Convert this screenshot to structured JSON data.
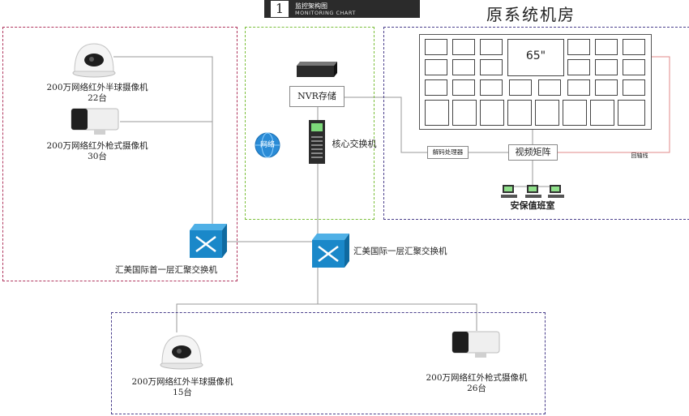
{
  "header": {
    "number": "1",
    "title": "监控架构图",
    "subtitle": "MONITORING CHART"
  },
  "room_title": "原系统机房",
  "left_region": {
    "dome_camera": {
      "label": "200万网络红外半球摄像机",
      "count": "22台"
    },
    "bullet_camera": {
      "label": "200万网络红外枪式摄像机",
      "count": "30台"
    },
    "switch_label": "汇美国际首一层汇聚交换机"
  },
  "center_region": {
    "nvr_label": "NVR存储",
    "core_switch_label": "核心交换机",
    "network_label": "网络"
  },
  "right_region": {
    "screen_label": "65\"",
    "decoder_label": "解码处理器",
    "matrix_label": "视频矩阵",
    "return_line_label": "回轴线",
    "security_room_label": "安保值班室"
  },
  "agg_switch_label": "汇美国际一层汇聚交换机",
  "bottom_region": {
    "dome_camera": {
      "label": "200万网络红外半球摄像机",
      "count": "15台"
    },
    "bullet_camera": {
      "label": "200万网络红外枪式摄像机",
      "count": "26台"
    }
  },
  "colors": {
    "left_border": "#b0365e",
    "center_border": "#7bbf3a",
    "right_border": "#4a3f8c",
    "bottom_border": "#4a3f8c",
    "switch_blue": "#1a88c9",
    "return_line": "#e08a8a"
  }
}
